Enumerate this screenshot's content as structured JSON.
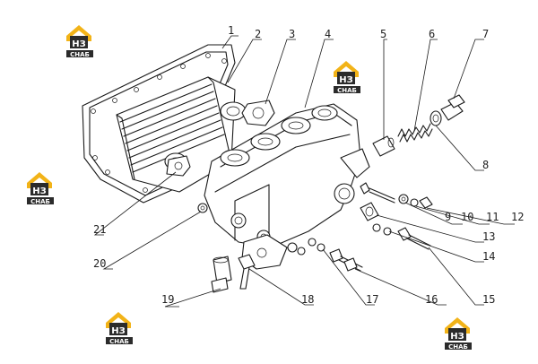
{
  "callouts": [
    "1",
    "2",
    "3",
    "4",
    "5",
    "6",
    "7",
    "8",
    "9",
    "10",
    "11",
    "12",
    "13",
    "14",
    "15",
    "16",
    "17",
    "18",
    "19",
    "20",
    "21"
  ],
  "watermark": {
    "mark": "НЗ",
    "caption": "СНАБ",
    "colors": {
      "house": "#f2b318",
      "box": "#2b2b2b",
      "text": "#ffffff"
    }
  }
}
